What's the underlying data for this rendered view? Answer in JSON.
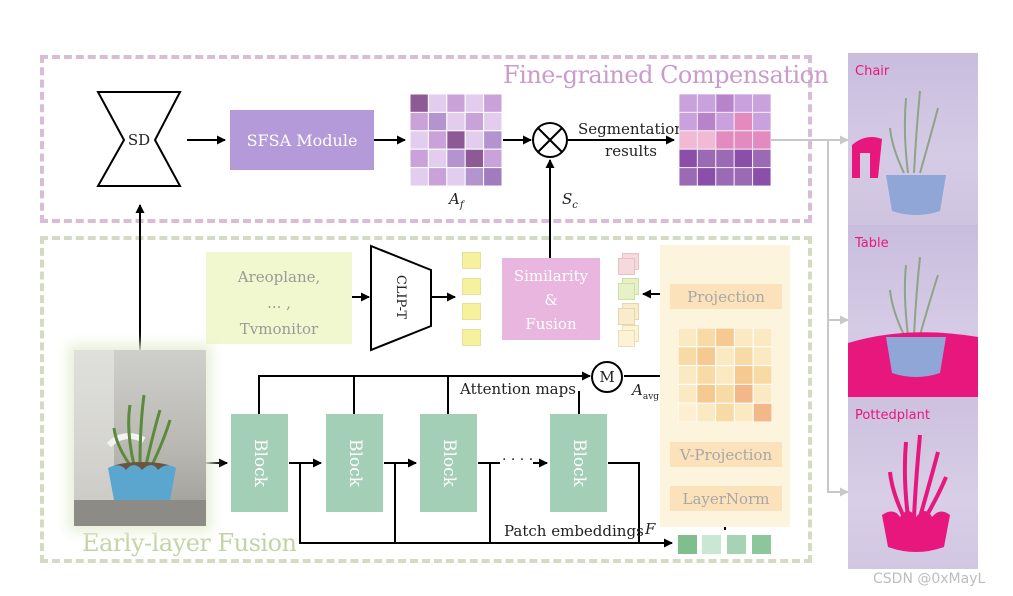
{
  "regions": {
    "fine_grained_title": "Fine-grained Compensation",
    "early_layer_title": "Early-layer Fusion"
  },
  "modules": {
    "sd": "SD",
    "sfsa": "SFSA Module",
    "clip_t": "CLIP-T",
    "similarity": [
      "Similarity",
      "&",
      "Fusion"
    ],
    "projection": "Projection",
    "v_projection": "V-Projection",
    "layernorm": "LayerNorm",
    "mean": "M",
    "block": "Block",
    "ellipsis": "· · · ·"
  },
  "class_names": [
    "Areoplane,",
    "... ,",
    "Tvmonitor"
  ],
  "labels": {
    "segmentation_results": [
      "Segmentation",
      "results"
    ],
    "attention_maps": "Attention maps",
    "patch_embeddings": "Patch embeddings",
    "a_f": "A",
    "a_f_sub": "f",
    "s_c": "S",
    "s_c_sub": "c",
    "a_avg": "A",
    "a_avg_sub": "avg",
    "f": "F"
  },
  "output_labels": [
    "Chair",
    "Table",
    "Pottedplant"
  ],
  "watermark": "CSDN @0xMayL",
  "colors": {
    "fine_border": "#d9bcd6",
    "early_border": "#d3dcc2",
    "fine_title": "#cb9ccb",
    "early_title": "#c4d3a6",
    "sfsa_fill": "#b49ad8",
    "block_fill": "#a3cfb7",
    "similarity_fill": "#e8b6de",
    "classbox_fill": "#f1f7cf",
    "panel_fill": "#fcf4dc",
    "highlight": "#e8177e"
  }
}
